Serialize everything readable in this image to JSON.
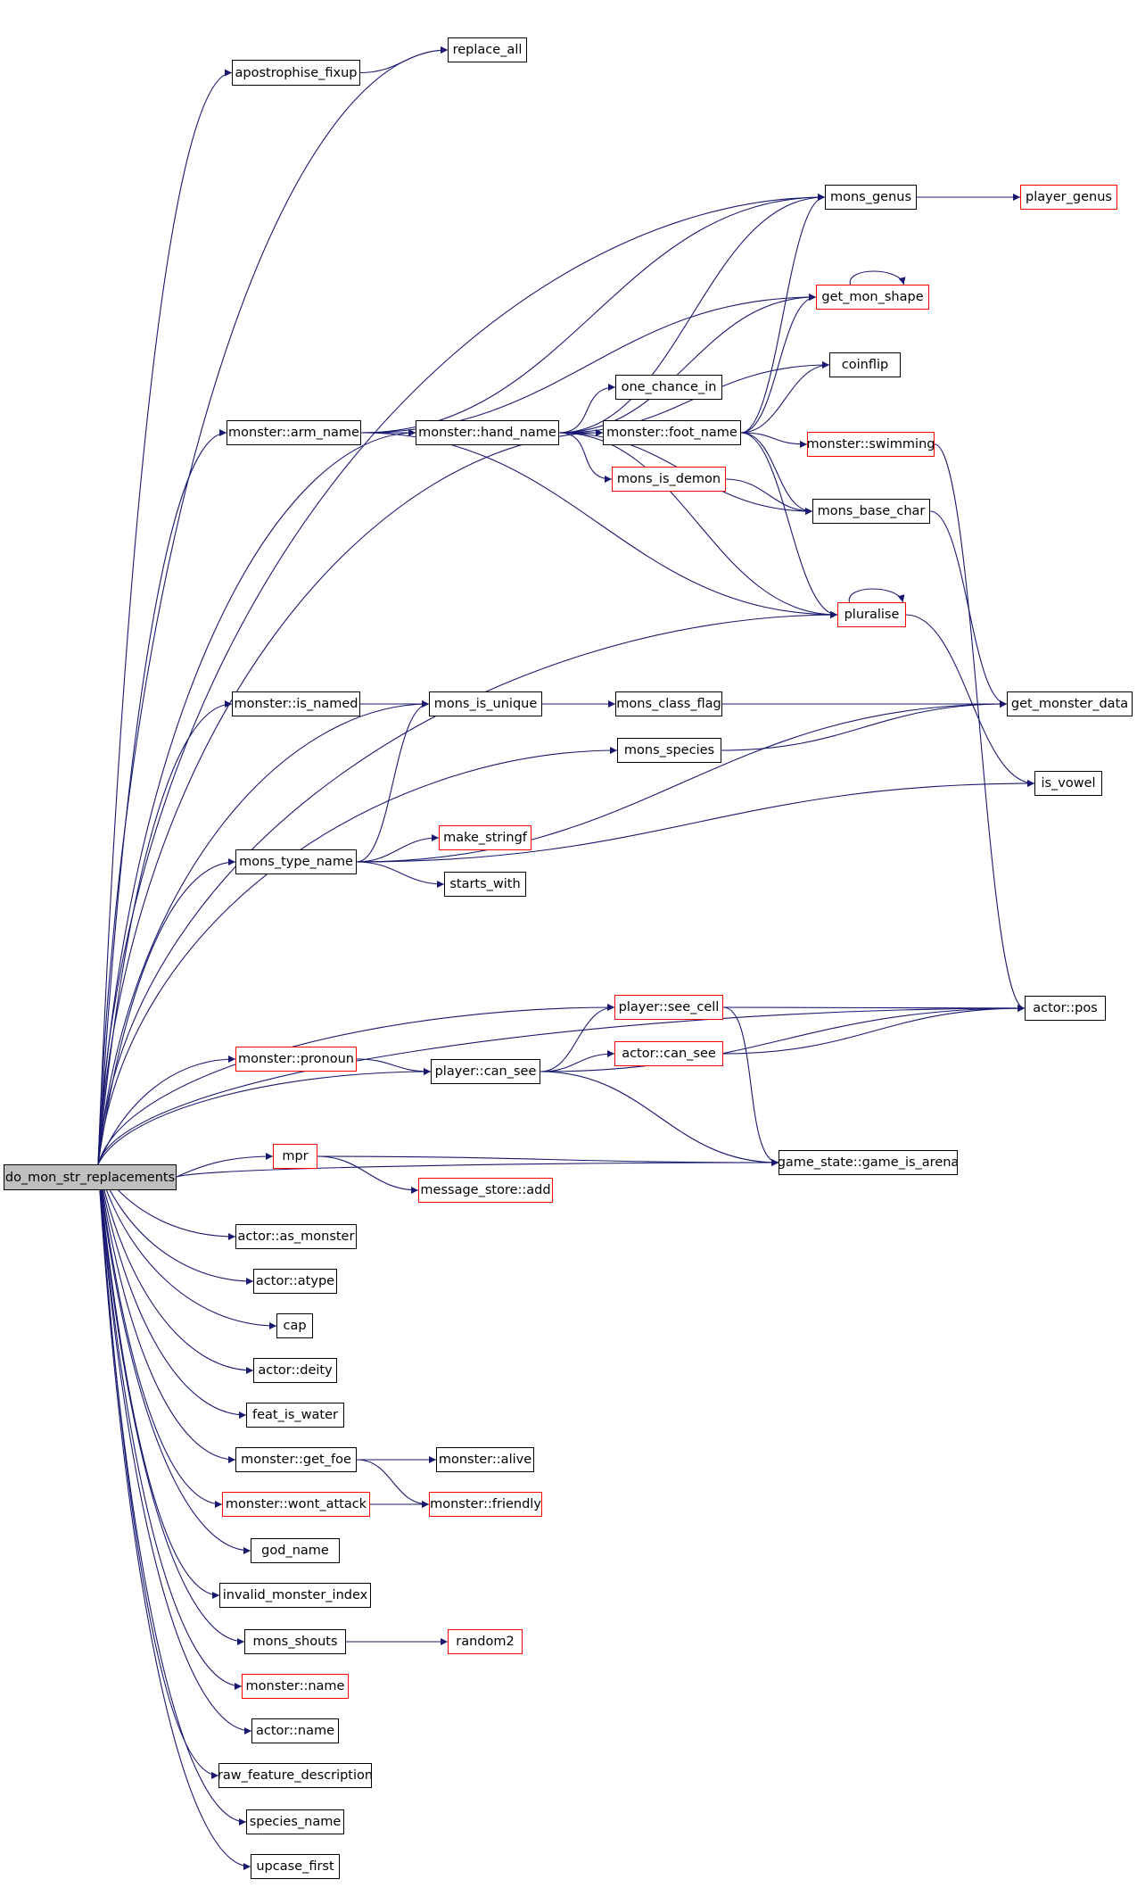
{
  "graph": {
    "root": "do_mon_str_replacements",
    "colors": {
      "edge": "#191970",
      "truncated_border": "#ff0000",
      "root_fill": "#bfbfbf",
      "normal_border": "#000000"
    },
    "nodes": [
      {
        "id": "root",
        "label": "do_mon_str_replacements"
      },
      {
        "id": "replace_all",
        "label": "replace_all"
      },
      {
        "id": "apostrophise_fixup",
        "label": "apostrophise_fixup"
      },
      {
        "id": "mons_genus",
        "label": "mons_genus"
      },
      {
        "id": "player_genus",
        "label": "player_genus",
        "truncated": true
      },
      {
        "id": "get_mon_shape",
        "label": "get_mon_shape",
        "truncated": true
      },
      {
        "id": "coinflip",
        "label": "coinflip"
      },
      {
        "id": "one_chance_in",
        "label": "one_chance_in"
      },
      {
        "id": "arm_name",
        "label": "monster::arm_name"
      },
      {
        "id": "hand_name",
        "label": "monster::hand_name"
      },
      {
        "id": "foot_name",
        "label": "monster::foot_name"
      },
      {
        "id": "swimming",
        "label": "monster::swimming",
        "truncated": true
      },
      {
        "id": "mons_is_demon",
        "label": "mons_is_demon",
        "truncated": true
      },
      {
        "id": "mons_base_char",
        "label": "mons_base_char"
      },
      {
        "id": "pluralise",
        "label": "pluralise",
        "truncated": true
      },
      {
        "id": "is_named",
        "label": "monster::is_named"
      },
      {
        "id": "mons_is_unique",
        "label": "mons_is_unique"
      },
      {
        "id": "mons_class_flag",
        "label": "mons_class_flag"
      },
      {
        "id": "get_monster_data",
        "label": "get_monster_data"
      },
      {
        "id": "mons_species",
        "label": "mons_species"
      },
      {
        "id": "is_vowel",
        "label": "is_vowel"
      },
      {
        "id": "mons_type_name",
        "label": "mons_type_name"
      },
      {
        "id": "make_stringf",
        "label": "make_stringf",
        "truncated": true
      },
      {
        "id": "starts_with",
        "label": "starts_with"
      },
      {
        "id": "actor_pos",
        "label": "actor::pos"
      },
      {
        "id": "see_cell",
        "label": "player::see_cell",
        "truncated": true
      },
      {
        "id": "pronoun",
        "label": "monster::pronoun",
        "truncated": true
      },
      {
        "id": "can_see",
        "label": "player::can_see"
      },
      {
        "id": "actor_can_see",
        "label": "actor::can_see",
        "truncated": true
      },
      {
        "id": "mpr",
        "label": "mpr",
        "truncated": true
      },
      {
        "id": "game_is_arena",
        "label": "game_state::game_is_arena"
      },
      {
        "id": "msg_add",
        "label": "message_store::add",
        "truncated": true
      },
      {
        "id": "as_monster",
        "label": "actor::as_monster"
      },
      {
        "id": "atype",
        "label": "actor::atype"
      },
      {
        "id": "cap",
        "label": "cap"
      },
      {
        "id": "deity",
        "label": "actor::deity"
      },
      {
        "id": "feat_is_water",
        "label": "feat_is_water"
      },
      {
        "id": "get_foe",
        "label": "monster::get_foe"
      },
      {
        "id": "alive",
        "label": "monster::alive"
      },
      {
        "id": "wont_attack",
        "label": "monster::wont_attack",
        "truncated": true
      },
      {
        "id": "friendly",
        "label": "monster::friendly",
        "truncated": true
      },
      {
        "id": "god_name",
        "label": "god_name"
      },
      {
        "id": "invalid_monster_index",
        "label": "invalid_monster_index"
      },
      {
        "id": "mons_shouts",
        "label": "mons_shouts"
      },
      {
        "id": "random2",
        "label": "random2",
        "truncated": true
      },
      {
        "id": "monster_name",
        "label": "monster::name",
        "truncated": true
      },
      {
        "id": "actor_name",
        "label": "actor::name"
      },
      {
        "id": "raw_feature_description",
        "label": "raw_feature_description"
      },
      {
        "id": "species_name",
        "label": "species_name"
      },
      {
        "id": "upcase_first",
        "label": "upcase_first"
      }
    ],
    "edges": [
      [
        "root",
        "replace_all"
      ],
      [
        "root",
        "apostrophise_fixup"
      ],
      [
        "apostrophise_fixup",
        "replace_all"
      ],
      [
        "root",
        "mons_genus"
      ],
      [
        "mons_genus",
        "player_genus"
      ],
      [
        "root",
        "arm_name"
      ],
      [
        "arm_name",
        "hand_name"
      ],
      [
        "arm_name",
        "mons_genus"
      ],
      [
        "arm_name",
        "get_mon_shape"
      ],
      [
        "arm_name",
        "pluralise"
      ],
      [
        "root",
        "hand_name"
      ],
      [
        "hand_name",
        "foot_name"
      ],
      [
        "hand_name",
        "mons_genus"
      ],
      [
        "hand_name",
        "get_mon_shape"
      ],
      [
        "hand_name",
        "coinflip"
      ],
      [
        "hand_name",
        "one_chance_in"
      ],
      [
        "hand_name",
        "mons_is_demon"
      ],
      [
        "hand_name",
        "mons_base_char"
      ],
      [
        "hand_name",
        "pluralise"
      ],
      [
        "root",
        "foot_name"
      ],
      [
        "foot_name",
        "mons_genus"
      ],
      [
        "foot_name",
        "get_mon_shape"
      ],
      [
        "foot_name",
        "coinflip"
      ],
      [
        "foot_name",
        "swimming"
      ],
      [
        "foot_name",
        "mons_base_char"
      ],
      [
        "foot_name",
        "pluralise"
      ],
      [
        "get_mon_shape",
        "get_mon_shape"
      ],
      [
        "pluralise",
        "pluralise"
      ],
      [
        "mons_is_demon",
        "mons_base_char"
      ],
      [
        "mons_base_char",
        "get_monster_data"
      ],
      [
        "swimming",
        "actor_pos"
      ],
      [
        "pluralise",
        "is_vowel"
      ],
      [
        "root",
        "pluralise"
      ],
      [
        "root",
        "is_named"
      ],
      [
        "is_named",
        "mons_is_unique"
      ],
      [
        "root",
        "mons_is_unique"
      ],
      [
        "mons_is_unique",
        "mons_class_flag"
      ],
      [
        "mons_class_flag",
        "get_monster_data"
      ],
      [
        "root",
        "mons_species"
      ],
      [
        "mons_species",
        "get_monster_data"
      ],
      [
        "root",
        "mons_type_name"
      ],
      [
        "mons_type_name",
        "mons_is_unique"
      ],
      [
        "mons_type_name",
        "is_vowel"
      ],
      [
        "mons_type_name",
        "make_stringf"
      ],
      [
        "mons_type_name",
        "starts_with"
      ],
      [
        "mons_type_name",
        "get_monster_data"
      ],
      [
        "root",
        "actor_pos"
      ],
      [
        "root",
        "see_cell"
      ],
      [
        "see_cell",
        "actor_pos"
      ],
      [
        "see_cell",
        "game_is_arena"
      ],
      [
        "root",
        "pronoun"
      ],
      [
        "pronoun",
        "can_see"
      ],
      [
        "root",
        "can_see"
      ],
      [
        "can_see",
        "see_cell"
      ],
      [
        "can_see",
        "actor_can_see"
      ],
      [
        "can_see",
        "actor_pos"
      ],
      [
        "can_see",
        "game_is_arena"
      ],
      [
        "actor_can_see",
        "actor_pos"
      ],
      [
        "root",
        "mpr"
      ],
      [
        "mpr",
        "game_is_arena"
      ],
      [
        "mpr",
        "msg_add"
      ],
      [
        "root",
        "game_is_arena"
      ],
      [
        "root",
        "as_monster"
      ],
      [
        "root",
        "atype"
      ],
      [
        "root",
        "cap"
      ],
      [
        "root",
        "deity"
      ],
      [
        "root",
        "feat_is_water"
      ],
      [
        "root",
        "get_foe"
      ],
      [
        "get_foe",
        "alive"
      ],
      [
        "get_foe",
        "friendly"
      ],
      [
        "root",
        "wont_attack"
      ],
      [
        "wont_attack",
        "friendly"
      ],
      [
        "root",
        "god_name"
      ],
      [
        "root",
        "invalid_monster_index"
      ],
      [
        "root",
        "mons_shouts"
      ],
      [
        "mons_shouts",
        "random2"
      ],
      [
        "root",
        "monster_name"
      ],
      [
        "root",
        "actor_name"
      ],
      [
        "root",
        "raw_feature_description"
      ],
      [
        "root",
        "species_name"
      ],
      [
        "root",
        "upcase_first"
      ]
    ]
  }
}
